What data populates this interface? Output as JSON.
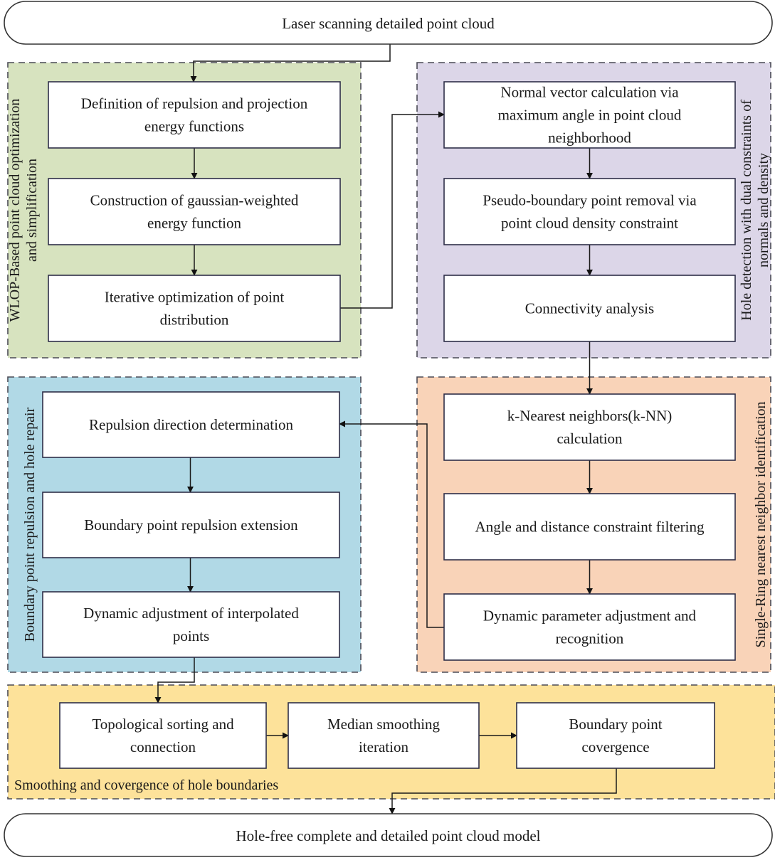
{
  "diagram": {
    "type": "flowchart",
    "start": {
      "label": "Laser scanning detailed point cloud"
    },
    "end": {
      "label": "Hole-free complete and detailed point cloud model"
    },
    "colors": {
      "wlop_group": "#d7e3bf",
      "hole_detection_group": "#dcd6e8",
      "repulsion_group": "#b1d9e6",
      "single_ring_group": "#f9d3b8",
      "smoothing_group": "#fde29a"
    },
    "groups": {
      "wlop": {
        "label_lines": [
          "WLOP-Based point cloud optimization",
          "and simplification"
        ],
        "steps": [
          [
            "Definition of repulsion and projection",
            "energy functions"
          ],
          [
            "Construction of gaussian-weighted",
            "energy function"
          ],
          [
            "Iterative optimization of point",
            "distribution"
          ]
        ]
      },
      "hole_detection": {
        "label_lines": [
          "Hole detection with dual constraints of",
          "normals and density"
        ],
        "steps": [
          [
            "Normal vector calculation via",
            "maximum angle in point cloud",
            "neighborhood"
          ],
          [
            "Pseudo-boundary point removal via",
            "point cloud density constraint"
          ],
          [
            "Connectivity analysis"
          ]
        ]
      },
      "single_ring": {
        "label_lines": [
          "Single-Ring nearest neighbor identification"
        ],
        "steps": [
          [
            "k-Nearest neighbors(k-NN)",
            "calculation"
          ],
          [
            "Angle and distance constraint filtering"
          ],
          [
            "Dynamic parameter adjustment and",
            "recognition"
          ]
        ]
      },
      "repulsion": {
        "label_lines": [
          "Boundary point repulsion and hole repair"
        ],
        "steps": [
          [
            "Repulsion direction determination"
          ],
          [
            "Boundary point repulsion extension"
          ],
          [
            "Dynamic adjustment of interpolated",
            "points"
          ]
        ]
      },
      "smoothing": {
        "label_lines": [
          "Smoothing and covergence of hole boundaries"
        ],
        "steps": [
          [
            "Topological sorting and",
            "connection"
          ],
          [
            "Median smoothing",
            "iteration"
          ],
          [
            "Boundary point",
            "covergence"
          ]
        ]
      }
    },
    "flow": [
      "Laser scanning detailed point cloud",
      "Definition of repulsion and projection energy functions",
      "Construction of gaussian-weighted energy function",
      "Iterative optimization of point distribution",
      "Normal vector calculation via maximum angle in point cloud neighborhood",
      "Pseudo-boundary point removal via point cloud density constraint",
      "Connectivity analysis",
      "k-Nearest neighbors(k-NN) calculation",
      "Angle and distance constraint filtering",
      "Dynamic parameter adjustment and recognition",
      "Repulsion direction determination",
      "Boundary point repulsion extension",
      "Dynamic adjustment of interpolated points",
      "Topological sorting and connection",
      "Median smoothing iteration",
      "Boundary point covergence",
      "Hole-free complete and detailed point cloud model"
    ]
  }
}
